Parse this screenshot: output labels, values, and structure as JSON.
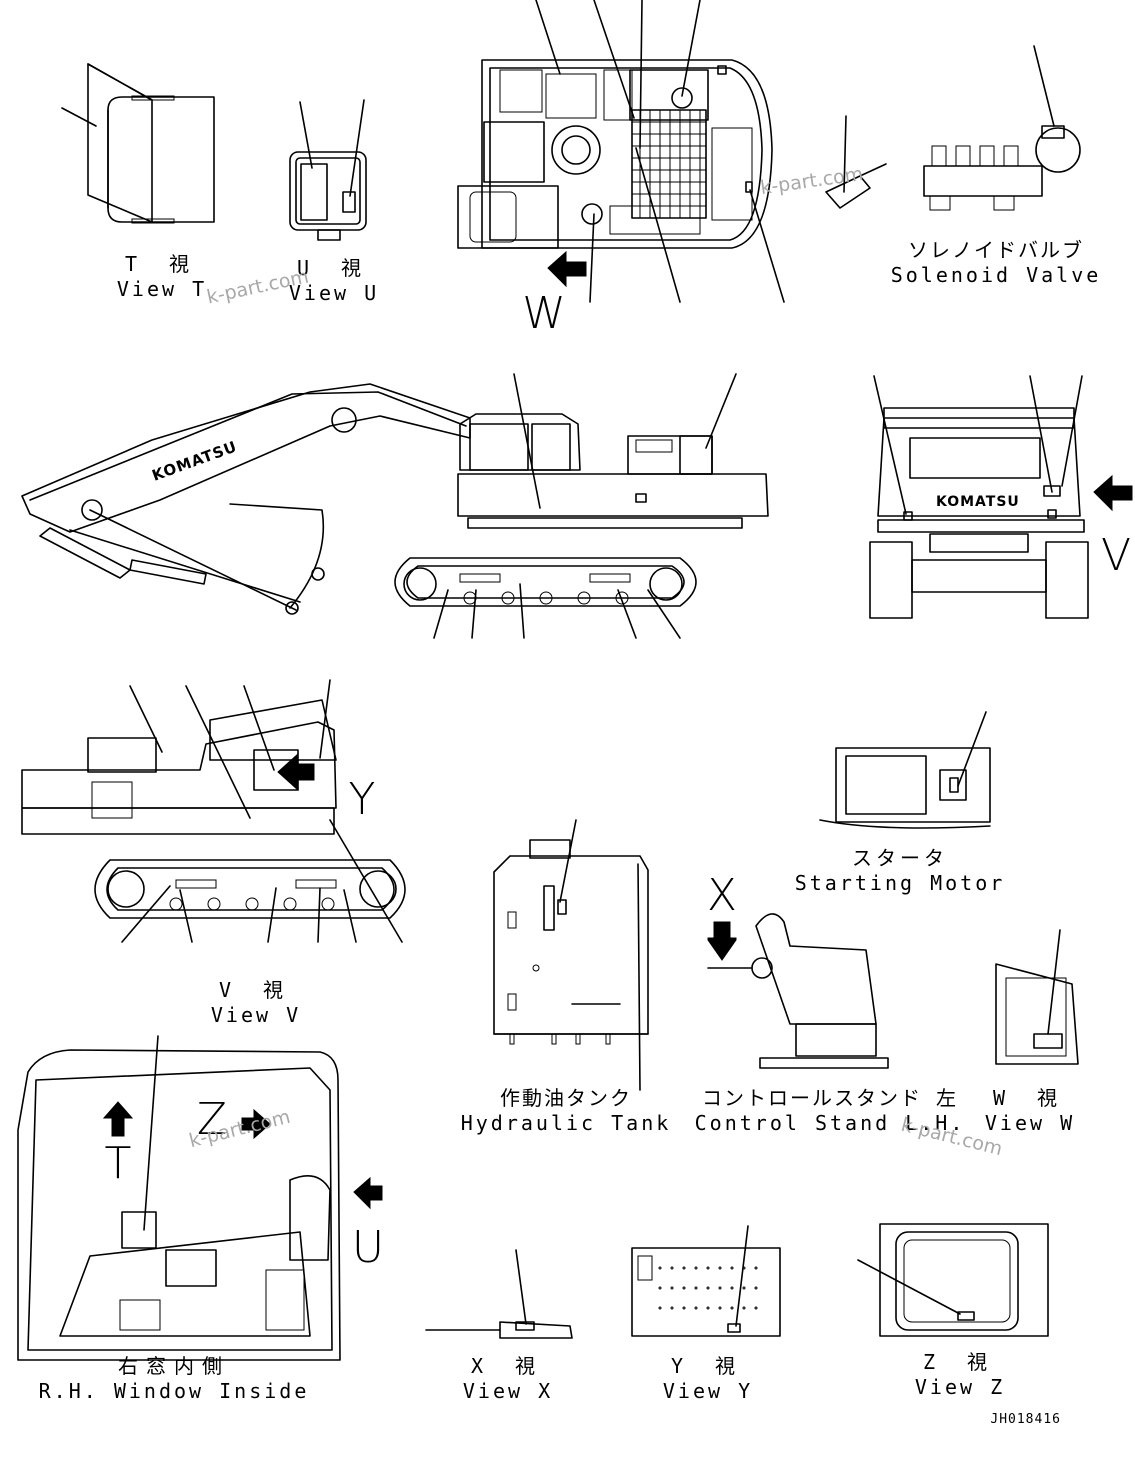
{
  "captions": {
    "view_t": {
      "jp": "T 視",
      "en": "View T"
    },
    "view_u": {
      "jp": "U 視",
      "en": "View U"
    },
    "solenoid": {
      "jp": "ソレノイドバルブ",
      "en": "Solenoid Valve"
    },
    "view_v": {
      "jp": "V 視",
      "en": "View V"
    },
    "starting_motor": {
      "jp": "スタータ",
      "en": "Starting Motor"
    },
    "hydraulic_tank": {
      "jp": "作動油タンク",
      "en": "Hydraulic Tank"
    },
    "control_stand": {
      "jp": "コントロールスタンド 左",
      "en": "Control Stand L.H."
    },
    "view_w": {
      "jp": "W 視",
      "en": "View W"
    },
    "rh_window": {
      "jp": "右窓内側",
      "en": "R.H. Window Inside"
    },
    "view_x": {
      "jp": "X 視",
      "en": "View X"
    },
    "view_y": {
      "jp": "Y 視",
      "en": "View Y"
    },
    "view_z": {
      "jp": "Z 視",
      "en": "View Z"
    }
  },
  "view_letters": {
    "w": "W",
    "v": "V",
    "y": "Y",
    "x": "X",
    "t": "T",
    "z": "Z",
    "u": "U"
  },
  "brand": "KOMATSU",
  "watermark": "k-part.com",
  "drawing_number": "JH018416"
}
